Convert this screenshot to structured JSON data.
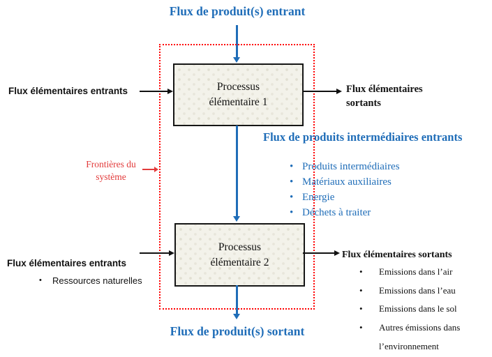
{
  "diagram": {
    "top_flow_label": "Flux de produit(s) entrant",
    "bottom_flow_label": "Flux de produit(s) sortant",
    "system_boundary_label": "Frontières du système",
    "process_box_1": "Processus élémentaire 1",
    "process_box_2": "Processus élémentaire 2",
    "upper_left_input_label": "Flux élémentaires entrants",
    "upper_right_output_label": "Flux élémentaires sortants",
    "intermediate_flows": {
      "title": "Flux de produits intermédiaires entrants",
      "items": [
        "Produits intermédiaires",
        "Matériaux auxiliaires",
        "Energie",
        "Déchets à traiter"
      ]
    },
    "lower_left_input": {
      "label": "Flux élémentaires entrants",
      "items": [
        "Ressources naturelles"
      ]
    },
    "lower_right_output": {
      "label": "Flux élémentaires sortants",
      "items": [
        "Emissions dans l’air",
        "Emissions dans l’eau",
        "Emissions dans le sol",
        "Autres émissions dans l’environnement"
      ]
    }
  },
  "colors": {
    "flow_blue": "#1f6db8",
    "boundary_red": "#ff0000",
    "boundary_label_red": "#e23b3b",
    "text_black": "#111111",
    "box_fill": "#f3f2ea"
  }
}
